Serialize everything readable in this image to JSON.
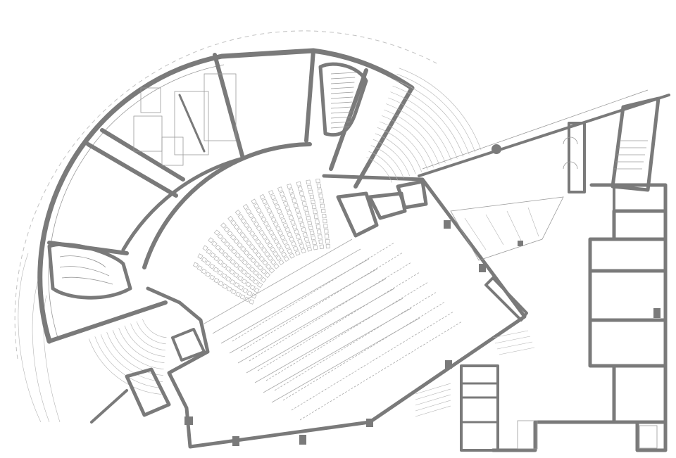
{
  "drawing": {
    "line_color": "#7a7a7a",
    "thin_line_color": "#9a9a9a",
    "background": "#ffffff"
  },
  "auditorium": {
    "seat_rows": 14,
    "seats_per_row": 17
  },
  "stage": {
    "batten_lines": 9
  },
  "side_seating": {
    "rows": 10
  },
  "upper_stair": {
    "steps": 12
  }
}
